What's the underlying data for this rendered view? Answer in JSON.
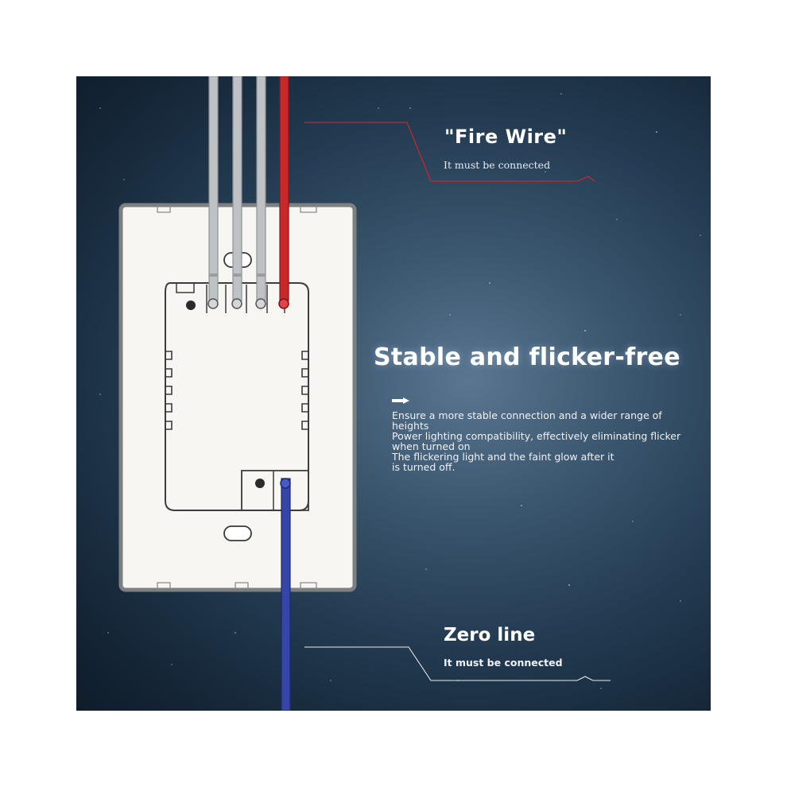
{
  "fire_wire": {
    "title": "\"Fire Wire\"",
    "subtitle": "It must be connected"
  },
  "headline": "Stable and flicker-free",
  "description_lines": [
    "Ensure a more stable connection and a wider range of",
    "heights",
    "Power lighting compatibility, effectively eliminating flicker",
    "when turned on",
    "The flickering light and the faint glow after it",
    "is turned off."
  ],
  "zero_line": {
    "title": "Zero line",
    "subtitle": "It must be connected"
  },
  "icons": [
    "arrow-icon"
  ],
  "colors": {
    "fire_wire": "#c8282a",
    "zero_wire": "#3545a8",
    "other_wires": "#bfc2c5",
    "switch_plate": "#f7f6f2",
    "plate_border": "#7d7f80",
    "background_dark": "#142536",
    "background_light": "#5a7690"
  }
}
